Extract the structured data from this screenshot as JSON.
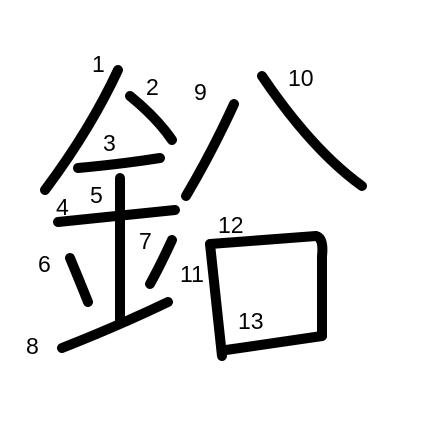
{
  "character": "鉛",
  "stroke_color": "#000000",
  "background_color": "#ffffff",
  "stroke_numbers": [
    "1",
    "2",
    "3",
    "4",
    "5",
    "6",
    "7",
    "8",
    "9",
    "10",
    "11",
    "12",
    "13"
  ]
}
